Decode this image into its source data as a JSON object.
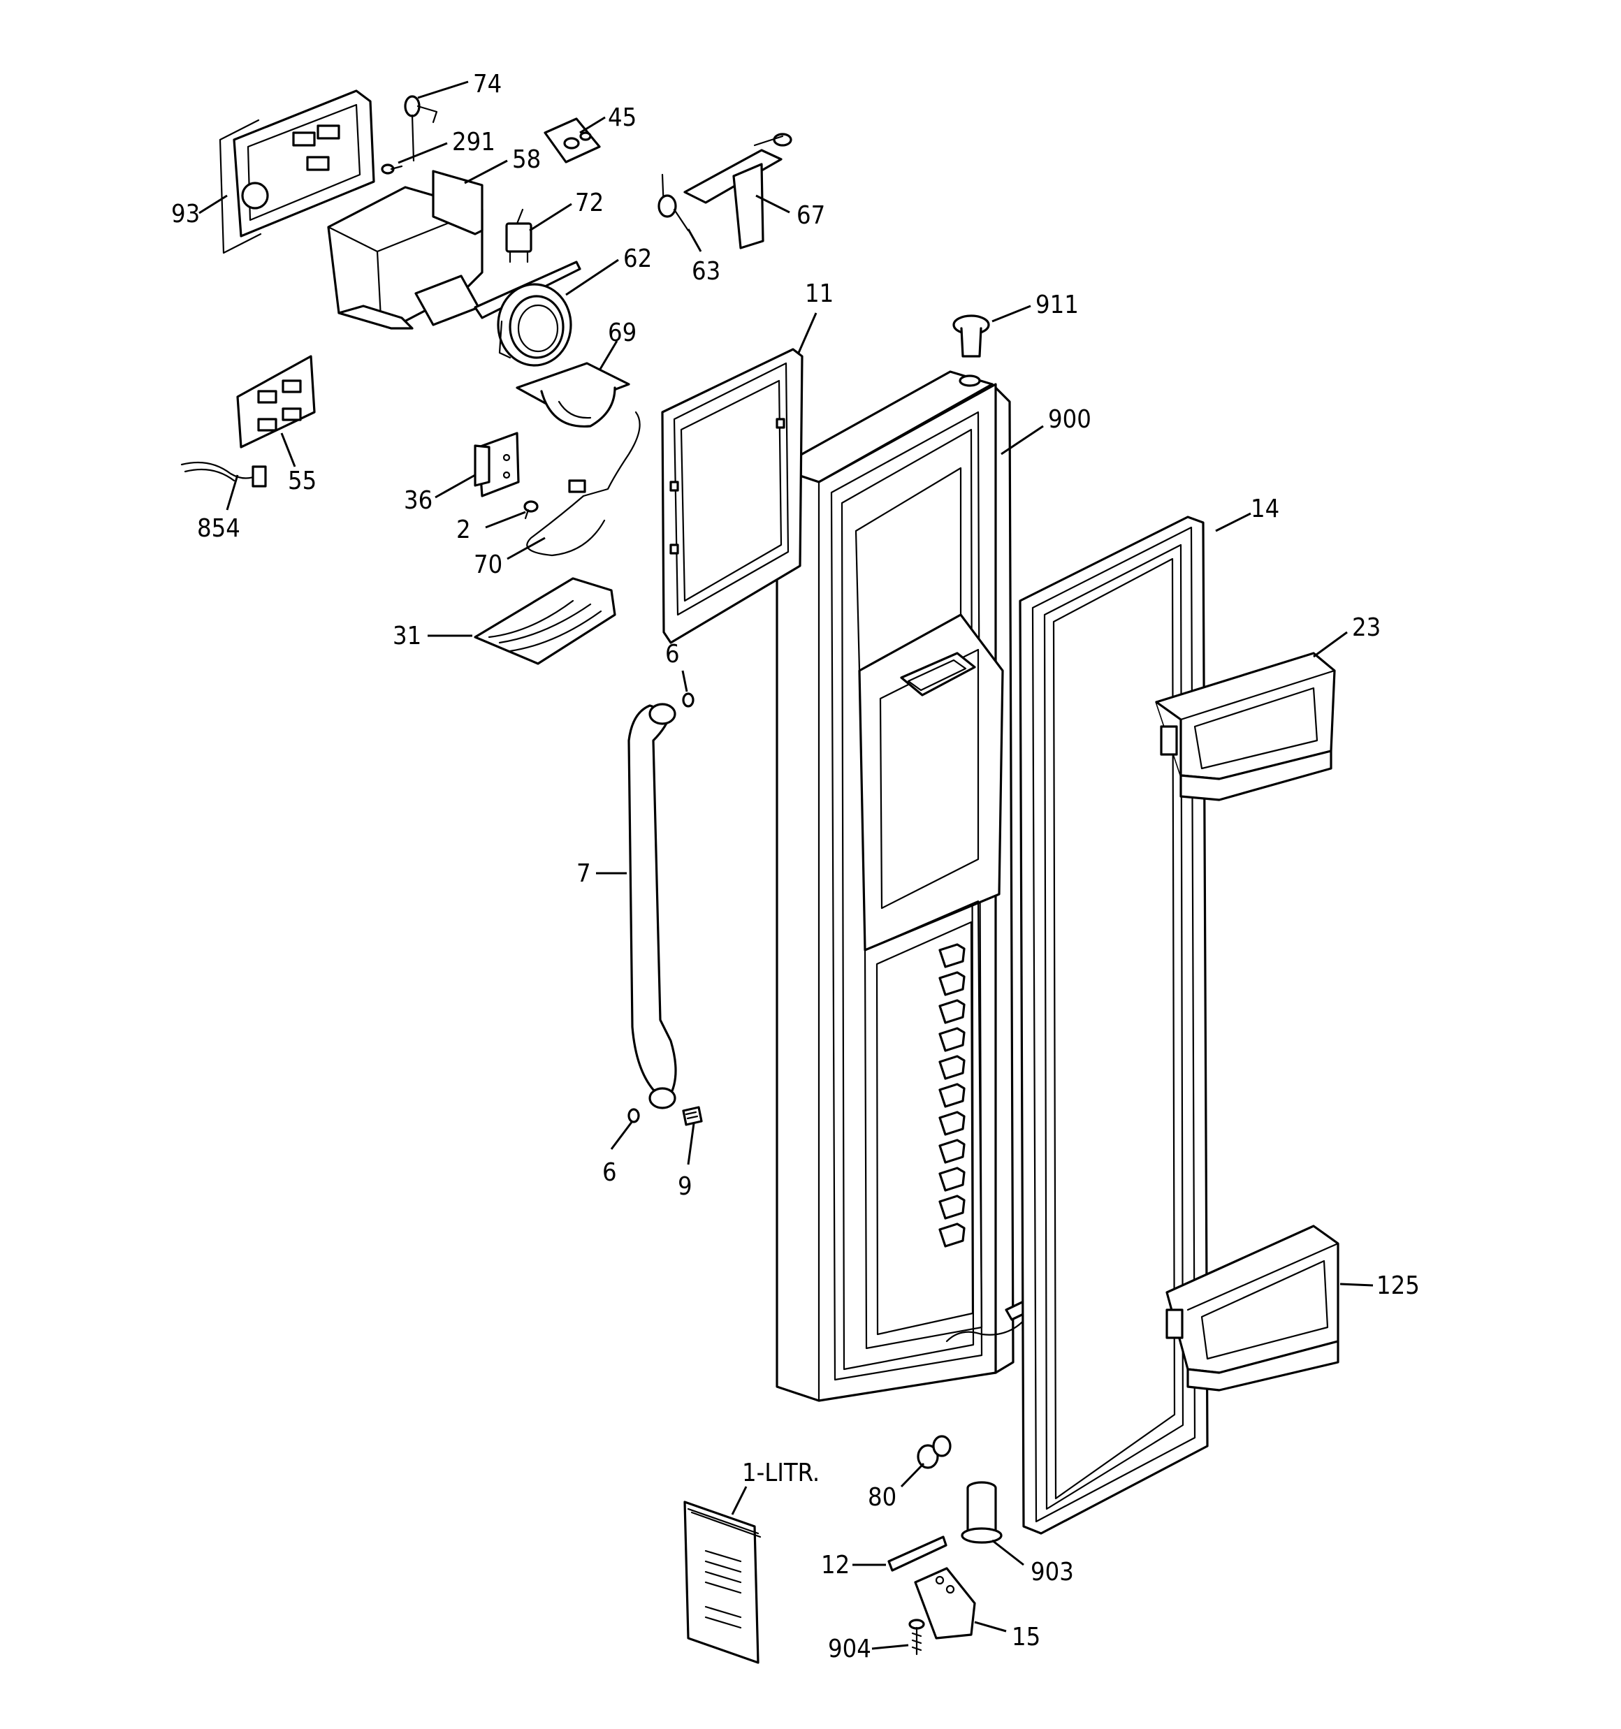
{
  "diagram": {
    "callouts": {
      "c74": "74",
      "c291": "291",
      "c45": "45",
      "c58": "58",
      "c93": "93",
      "c72": "72",
      "c67": "67",
      "c63": "63",
      "c62": "62",
      "c11": "11",
      "c911": "911",
      "c69": "69",
      "c900": "900",
      "c55": "55",
      "c854": "854",
      "c36": "36",
      "c2": "2",
      "c70": "70",
      "c14": "14",
      "c31": "31",
      "c23": "23",
      "c6_top": "6",
      "c7": "7",
      "c6_bottom": "6",
      "c9": "9",
      "c125": "125",
      "c1litr": "1-LITR.",
      "c80": "80",
      "c12": "12",
      "c903": "903",
      "c904": "904",
      "c15": "15"
    }
  }
}
